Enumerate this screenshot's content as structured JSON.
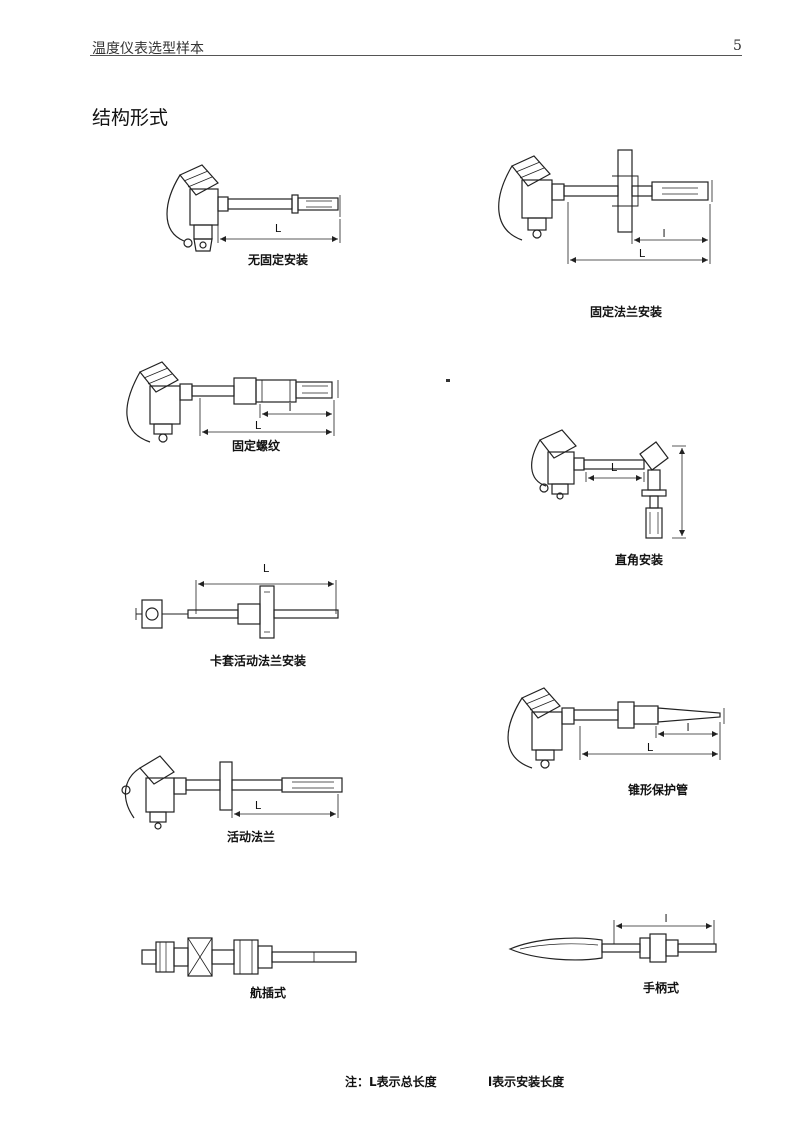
{
  "header": {
    "title": "温度仪表选型样本",
    "page_number": "5"
  },
  "section_title": "结构形式",
  "figures": [
    {
      "caption": "无固定安装",
      "dim_total": "L"
    },
    {
      "caption": "固定法兰安装",
      "dim_total": "L",
      "dim_install": "l"
    },
    {
      "caption": "固定螺纹",
      "dim_total": "L",
      "dim_install": "l"
    },
    {
      "caption": "直角安装",
      "dim_total": "L"
    },
    {
      "caption": "卡套活动法兰安装",
      "dim_total": "L"
    },
    {
      "caption": "锥形保护管",
      "dim_total": "L",
      "dim_install": "l"
    },
    {
      "caption": "活动法兰",
      "dim_total": "L"
    },
    {
      "caption": "航插式"
    },
    {
      "caption": "手柄式",
      "dim_install": "l"
    }
  ],
  "footnote": {
    "total": "注：L表示总长度",
    "install": "l表示安装长度"
  }
}
